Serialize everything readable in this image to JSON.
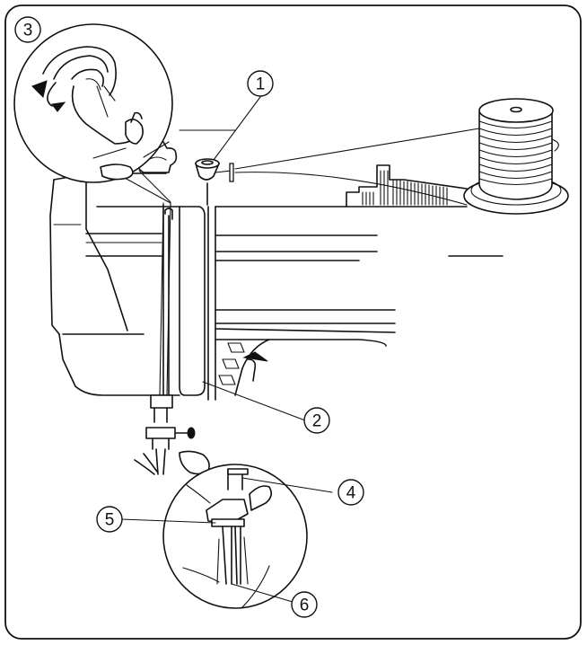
{
  "panel_number": "3",
  "callouts": [
    {
      "id": "1",
      "label": "1"
    },
    {
      "id": "2",
      "label": "2"
    },
    {
      "id": "4",
      "label": "4"
    },
    {
      "id": "5",
      "label": "5"
    },
    {
      "id": "6",
      "label": "6"
    }
  ],
  "icons": {
    "spool": "thread-spool-icon",
    "guide": "thread-guide-icon",
    "arrow": "curved-arrow-icon"
  }
}
